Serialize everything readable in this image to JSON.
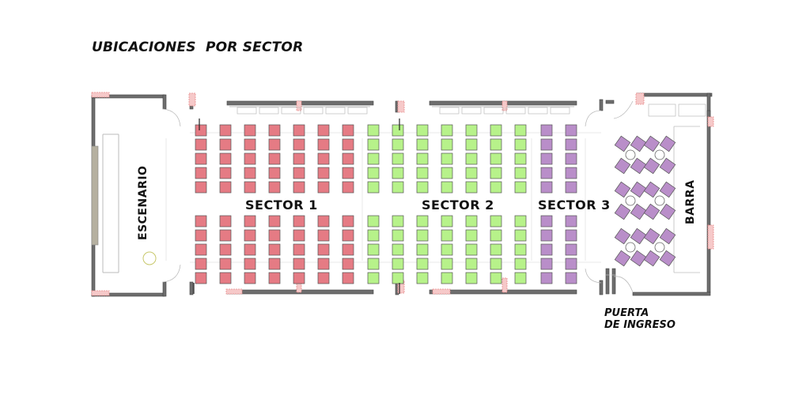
{
  "title": "UBICACIONES  POR SECTOR",
  "labels": {
    "stage": "ESCENARIO",
    "bar": "BARRA",
    "door_line1": "PUERTA",
    "door_line2": "DE INGRESO"
  },
  "sectors": [
    {
      "name": "SECTOR 1",
      "color": "#e57b84",
      "columns": 7,
      "rows_per_block": 5,
      "blocks": 2
    },
    {
      "name": "SECTOR 2",
      "color": "#b7f28a",
      "columns": 7,
      "rows_per_block": 5,
      "blocks": 2
    },
    {
      "name": "SECTOR 3",
      "color": "#b98ec9",
      "columns": 2,
      "rows_per_block": 5,
      "blocks": 2
    }
  ],
  "bar_tables": {
    "color": "#b98ec9",
    "count": 6
  },
  "colors": {
    "wall": "#6e6e6e",
    "wall_accent": "#e88a8a",
    "stage_edge": "#b5b0a0"
  }
}
